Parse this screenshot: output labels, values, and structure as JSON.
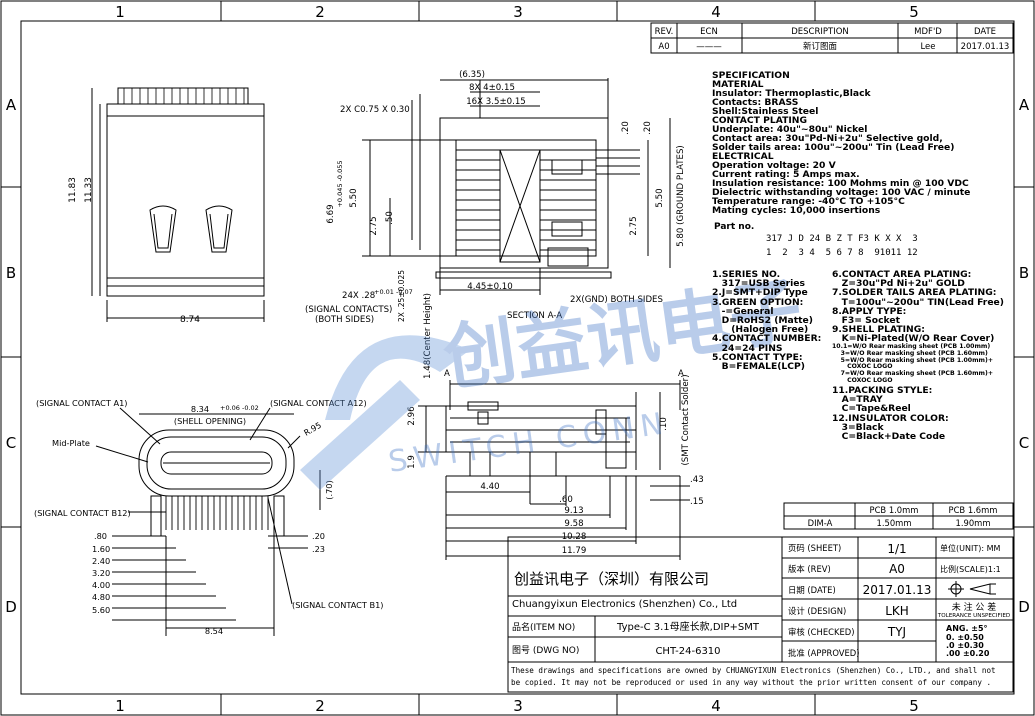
{
  "border_columns": [
    "1",
    "2",
    "3",
    "4",
    "5"
  ],
  "border_rows": [
    "A",
    "B",
    "C",
    "D"
  ],
  "revision": {
    "headers": [
      "REV.",
      "ECN",
      "DESCRIPTION",
      "MDF'D",
      "DATE"
    ],
    "row": [
      "A0",
      "———",
      "新订图面",
      "Lee",
      "2017.01.13"
    ]
  },
  "spec": {
    "title": "SPECIFICATION",
    "lines": [
      "MATERIAL",
      "Insulator: Thermoplastic,Black",
      "Contacts: BRASS",
      "Shell:Stainless Steel",
      "CONTACT PLATING",
      "Underplate: 40u\"~80u\" Nickel",
      "Contact area: 30u\"Pd-Ni+2u\" Selective gold,",
      "Solder tails area: 100u\"~200u\" Tin (Lead Free)",
      "ELECTRICAL",
      "Operation voltage: 20 V",
      "Current rating: 5 Amps max.",
      "Insulation resistance: 100 Mohms min @ 100 VDC",
      "Dielectric withstanding voltage: 100 VAC / minute",
      "Temperature range: -40°C TO +105°C",
      "Mating cycles: 10,000 insertions"
    ]
  },
  "part_no": {
    "label": "Part no.",
    "code": "317 J D 24 B Z T F3 K X X  3",
    "positions": "1  2  3 4  5 6 7 8  91011 12"
  },
  "options_left": [
    "1.SERIES NO.",
    "   317=USB Series",
    "2.J=SMT+DIP Type",
    "3.GREEN OPTION:",
    "   -=General",
    "   D=RoHS2 (Matte)",
    "      (Halogen Free)",
    "4.CONTACT NUMBER:",
    "   24=24 PINS",
    "5.CONTACT TYPE:",
    "   B=FEMALE(LCP)"
  ],
  "options_right": [
    "6.CONTACT AREA PLATING:",
    "   Z=30u\"Pd Ni+2u\" GOLD",
    "7.SOLDER TAILS AREA PLATING:",
    "   T=100u\"~200u\" TIN(Lead Free)",
    "8.APPLY TYPE:",
    "   F3= Socket",
    "9.SHELL PLATING:",
    "   K=Ni-Plated(W/O Rear Cover)"
  ],
  "options_small": [
    "10.1=W/O Rear masking sheet (PCB 1.00mm)",
    "    3=W/O Rear masking sheet (PCB 1.60mm)",
    "    5=W/O Rear masking sheet (PCB 1.00mm)+",
    "       COXOC LOGO",
    "    7=W/O Rear masking sheet (PCB 1.60mm)+",
    "       COXOC LOGO"
  ],
  "options_tail": [
    "11.PACKING STYLE:",
    "   A=TRAY",
    "   C=Tape&Reel",
    "12.INSULATOR COLOR:",
    "   3=Black",
    "   C=Black+Date Code"
  ],
  "dim_table": {
    "headers": [
      "",
      "PCB 1.0mm",
      "PCB 1.6mm"
    ],
    "row": [
      "DIM-A",
      "1.50mm",
      "1.90mm"
    ]
  },
  "title_block": {
    "sheet_label": "页码 (SHEET)",
    "sheet_value": "1/1",
    "unit_label": "单位(UNIT): MM",
    "rev_label": "版本 (REV)",
    "rev_value": "A0",
    "scale_label": "比例(SCALE)1:1",
    "date_label": "日期 (DATE)",
    "date_value": "2017.01.13",
    "design_label": "设计 (DESIGN)",
    "design_value": "LKH",
    "tol_label": "未 注 公 差",
    "tol_sub": "TOLERANCE UNSPECIFIED",
    "checked_label": "审核 (CHECKED)",
    "checked_value": "TYJ",
    "approved_label": "批准 (APPROVED)",
    "tol_ang": "ANG.  ±5°",
    "tol_0": "0.    ±0.50",
    "tol_00": ".0    ±0.30",
    "tol_000": ".00   ±0.20",
    "company_cn": "创益讯电子（深圳）有限公司",
    "company_en": "Chuangyixun Electronics (Shenzhen) Co., Ltd",
    "item_label": "品名(ITEM NO)",
    "item_value": "Type-C 3.1母座长款,DIP+SMT",
    "dwg_label": "图号 (DWG NO)",
    "dwg_value": "CHT-24-6310",
    "note": "These drawings and specifications are owned by CHUANGYIXUN Electronics (Shenzhen) Co., LTD., and shall not be copied. It may not be reproduced or used in any way without the prior written consent of our company ."
  },
  "watermark": {
    "cn": "创益讯电子",
    "en": "SWITCH CONN"
  },
  "labels": {
    "signal_contact_a1": "(SIGNAL CONTACT A1)",
    "signal_contact_a12": "(SIGNAL CONTACT A12)",
    "shell_opening": "(SHELL OPENING)",
    "mid_plate": "Mid-Plate",
    "signal_contact_b12": "(SIGNAL CONTACT B12)",
    "signal_contact_b1": "(SIGNAL CONTACT B1)",
    "signal_contacts_both": "(SIGNAL CONTACTS)",
    "both_sides": "(BOTH SIDES)",
    "gnd_both": "2X(GND) BOTH SIDES",
    "section": "SECTION A-A",
    "center_height": "1.48(Center Height)",
    "smt_solder": "(SMT Contact Solder)",
    "ground_plates": "5.80 (GROUND PLATES)",
    "chamfer": "2X C0.75 X 0.30",
    "pin_width": "24X .28",
    "pin_tol": "+0.01 -0.07",
    "pitch_tol": "2X .25±0.025"
  },
  "dims": {
    "d_635": "(6.35)",
    "d_8x": "8X 4±0.15",
    "d_16x": "16X 3.5±0.15",
    "d_20a": ".20",
    "d_20b": ".20",
    "d_550a": "5.50",
    "d_550b": "5.50",
    "d_275a": "2.75",
    "d_275b": "2.75",
    "d_50": ".50",
    "d_669": "6.69",
    "d_669tol": "+0.045 -0.055",
    "d_445": "4.45±0.10",
    "d_1183": "11.83",
    "d_1133": "11.33",
    "d_874": "8.74",
    "d_834": "8.34",
    "d_834tol": "+0.06 -0.02",
    "d_r95": "R.95",
    "d_70": "(.70)",
    "pitch": [
      ".80",
      "1.60",
      "2.40",
      "3.20",
      "4.00",
      "4.80",
      "5.60"
    ],
    "d_20c": ".20",
    "d_23": ".23",
    "d_854": "8.54",
    "d_296": "2.96",
    "d_19": "1.9",
    "d_10": ".10",
    "d_440": "4.40",
    "d_60": ".60",
    "d_913": "9.13",
    "d_958": "9.58",
    "d_1028": "10.28",
    "d_1179": "11.79",
    "d_43": ".43",
    "d_15": ".15",
    "a_left": "A",
    "a_right": "A"
  }
}
